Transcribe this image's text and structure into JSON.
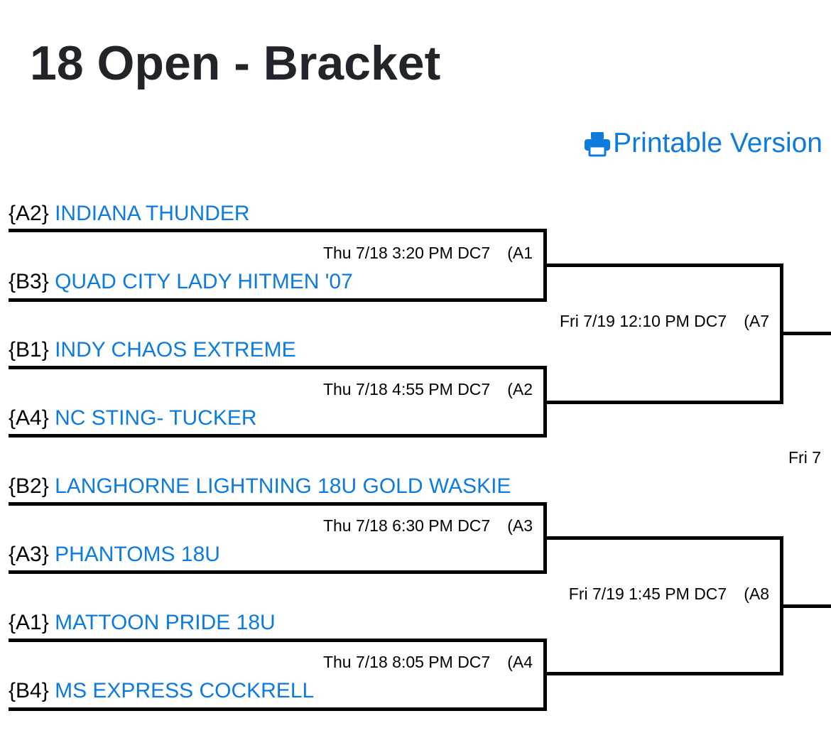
{
  "header": {
    "title": "18 Open - Bracket",
    "printable_label": "Printable Version"
  },
  "round1": {
    "teams": [
      {
        "seed": "{A2}",
        "name": "INDIANA THUNDER"
      },
      {
        "seed": "{B3}",
        "name": "QUAD CITY LADY HITMEN '07"
      },
      {
        "seed": "{B1}",
        "name": "INDY CHAOS EXTREME"
      },
      {
        "seed": "{A4}",
        "name": "NC STING- TUCKER"
      },
      {
        "seed": "{B2}",
        "name": "LANGHORNE LIGHTNING 18U GOLD WASKIE"
      },
      {
        "seed": "{A3}",
        "name": "PHANTOMS 18U"
      },
      {
        "seed": "{A1}",
        "name": "MATTOON PRIDE 18U"
      },
      {
        "seed": "{B4}",
        "name": "MS EXPRESS COCKRELL"
      }
    ],
    "games": [
      {
        "time": "Thu 7/18 3:20 PM DC7",
        "id": "(A1"
      },
      {
        "time": "Thu 7/18 4:55 PM DC7",
        "id": "(A2"
      },
      {
        "time": "Thu 7/18 6:30 PM DC7",
        "id": "(A3"
      },
      {
        "time": "Thu 7/18 8:05 PM DC7",
        "id": "(A4"
      }
    ]
  },
  "round2": {
    "games": [
      {
        "time": "Fri 7/19 12:10 PM DC7",
        "id": "(A7"
      },
      {
        "time": "Fri 7/19 1:45 PM DC7",
        "id": "(A8"
      }
    ]
  },
  "round3": {
    "partial_label": "Fri 7"
  },
  "colors": {
    "link": "#0d7bde",
    "title": "#212529",
    "lines": "#000000"
  },
  "icons": {
    "printable": "printer-icon"
  }
}
